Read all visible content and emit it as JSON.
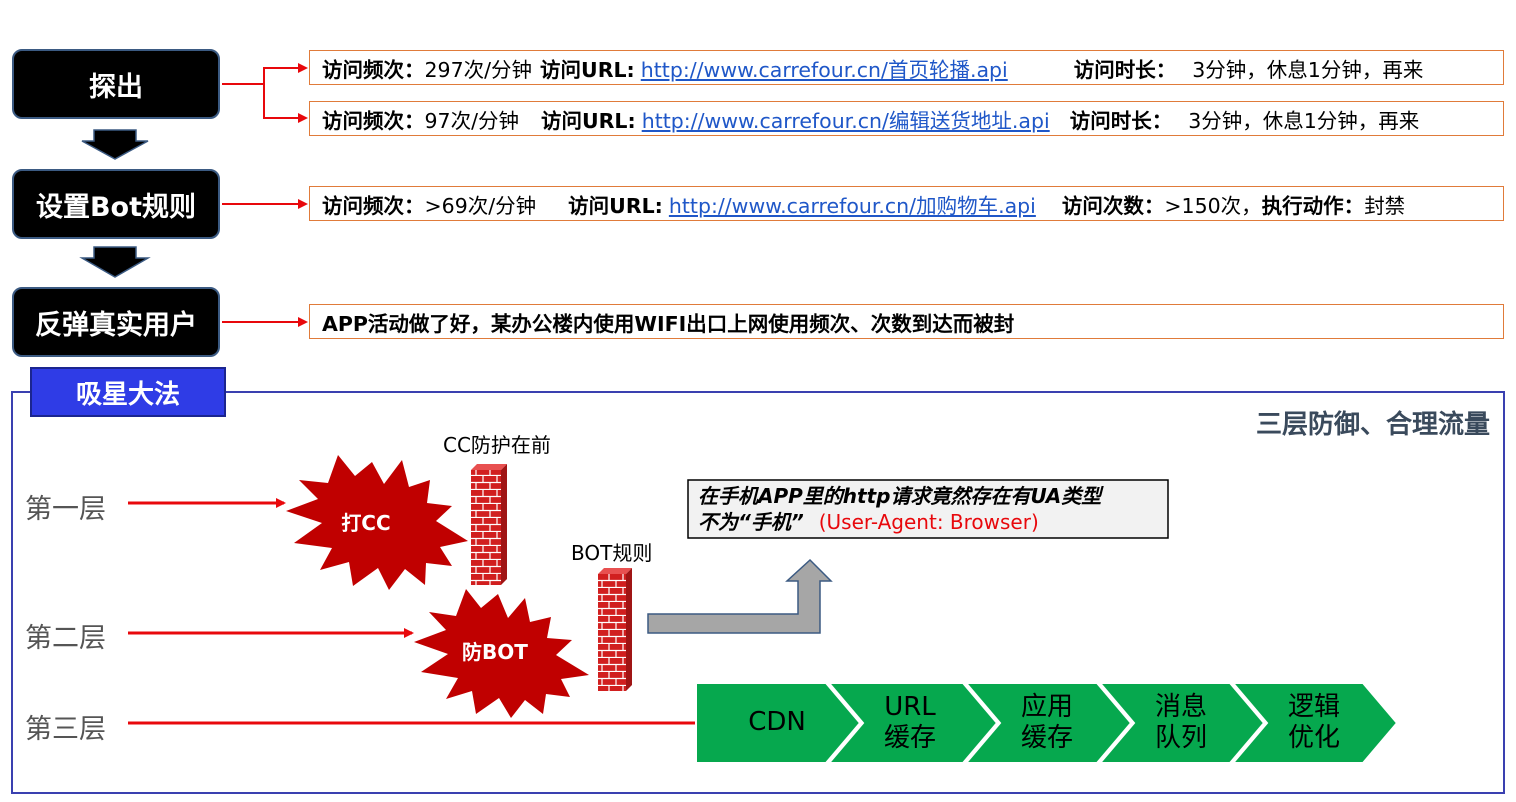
{
  "steps": [
    {
      "label": "探出"
    },
    {
      "label": "设置Bot规则"
    },
    {
      "label": "反弹真实用户"
    }
  ],
  "probe_rows": [
    {
      "freq_label": "访问频次：",
      "freq_value": "297次/分钟",
      "url_label": "访问URL:",
      "url": "http://www.carrefour.cn/首页轮播.api",
      "dur_label": "访问时长：",
      "dur_value": "3分钟，休息1分钟，再来"
    },
    {
      "freq_label": "访问频次：",
      "freq_value": "97次/分钟",
      "url_label": "访问URL:",
      "url": "http://www.carrefour.cn/编辑送货地址.api",
      "dur_label": "访问时长：",
      "dur_value": "3分钟，休息1分钟，再来"
    }
  ],
  "rule_row": {
    "freq_label": "访问频次：",
    "freq_value": ">69次/分钟",
    "url_label": "访问URL:",
    "url": "http://www.carrefour.cn/加购物车.api",
    "count_label": "访问次数：",
    "count_value": ">150次，",
    "action_label": "执行动作：",
    "action_value": "封禁"
  },
  "bounce_row": {
    "text": "APP活动做了好，某办公楼内使用WIFI出口上网使用频次、次数到达而被封"
  },
  "section": {
    "tab_title": "吸星大法",
    "corner_title": "三层防御、合理流量"
  },
  "layers": [
    {
      "label": "第一层"
    },
    {
      "label": "第二层"
    },
    {
      "label": "第三层"
    }
  ],
  "badges": {
    "cc": "打CC",
    "bot": "防BOT"
  },
  "walls": {
    "cc_caption": "CC防护在前",
    "bot_caption": "BOT规则"
  },
  "note": {
    "line1": "在手机APP里的http请求竟然存在有UA类型",
    "line2_prefix": "不为“手机”",
    "line2_red": "(User-Agent: Browser)"
  },
  "pipeline": [
    {
      "line1": "CDN",
      "line2": ""
    },
    {
      "line1": "URL",
      "line2": "缓存"
    },
    {
      "line1": "应用",
      "line2": "缓存"
    },
    {
      "line1": "消息",
      "line2": "队列"
    },
    {
      "line1": "逻辑",
      "line2": "优化"
    }
  ],
  "colors": {
    "step_bg": "#000000",
    "info_border": "#e07b3a",
    "arrow_red": "#e8080c",
    "tab_blue": "#2f3ce6",
    "frame_blue": "#3a40b0",
    "badge_red": "#c00000",
    "brick": "#d11f1f",
    "chevron_green": "#06a84e",
    "url_blue": "#1f57c8"
  }
}
